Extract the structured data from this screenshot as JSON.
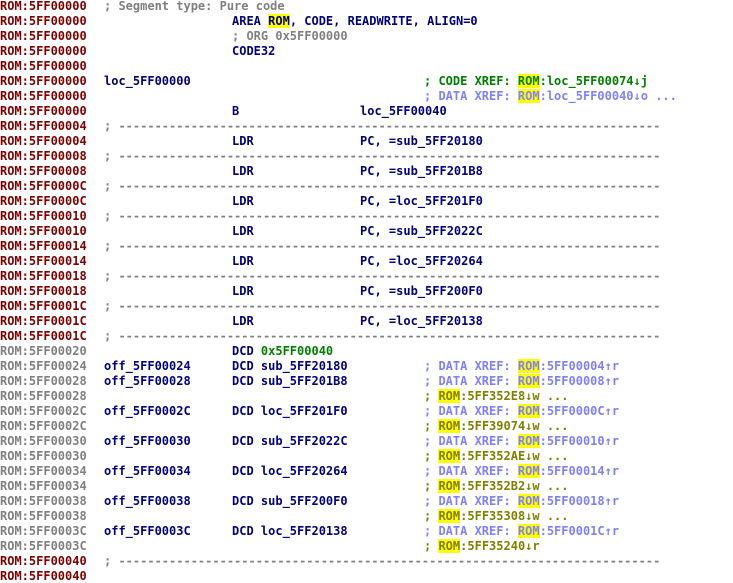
{
  "colors": {
    "background": "#ffffff",
    "address_code": "#800000",
    "address_data": "#808080",
    "mnemonic": "#000080",
    "comment": "#808080",
    "code_xref": "#008000",
    "data_xref": "#8080ff",
    "olive_xref": "#808000",
    "highlight": "#ffff00"
  },
  "rows": [
    {
      "addr": "ROM:5FF00000",
      "seg": "; Segment type: Pure code"
    },
    {
      "addr": "ROM:5FF00000",
      "dir": "AREA ",
      "dir_hl": "ROM",
      "dir_tail": ", CODE, READWRITE, ALIGN=0"
    },
    {
      "addr": "ROM:5FF00000",
      "cmt": "; ORG 0x5FF00000"
    },
    {
      "addr": "ROM:5FF00000",
      "dir": "CODE32"
    },
    {
      "addr": "ROM:5FF00000"
    },
    {
      "addr": "ROM:5FF00000",
      "name": "loc_5FF00000",
      "xk": "code",
      "xp": "; CODE XREF: ",
      "xh": "ROM",
      "xt": ":loc_5FF00074↓j"
    },
    {
      "addr": "ROM:5FF00000",
      "xk": "data",
      "xp": "; DATA XREF: ",
      "xh": "ROM",
      "xt": ":loc_5FF00040↓o ..."
    },
    {
      "addr": "ROM:5FF00000",
      "mn": "B",
      "op": "loc_5FF00040"
    },
    {
      "addr": "ROM:5FF00004",
      "sep": "; ---------------------------------------------------------------------------"
    },
    {
      "addr": "ROM:5FF00004",
      "mn": "LDR",
      "op": "PC, =sub_5FF20180"
    },
    {
      "addr": "ROM:5FF00008",
      "sep": "; ---------------------------------------------------------------------------"
    },
    {
      "addr": "ROM:5FF00008",
      "mn": "LDR",
      "op": "PC, =sub_5FF201B8"
    },
    {
      "addr": "ROM:5FF0000C",
      "sep": "; ---------------------------------------------------------------------------"
    },
    {
      "addr": "ROM:5FF0000C",
      "mn": "LDR",
      "op": "PC, =loc_5FF201F0"
    },
    {
      "addr": "ROM:5FF00010",
      "sep": "; ---------------------------------------------------------------------------"
    },
    {
      "addr": "ROM:5FF00010",
      "mn": "LDR",
      "op": "PC, =sub_5FF2022C"
    },
    {
      "addr": "ROM:5FF00014",
      "sep": "; ---------------------------------------------------------------------------"
    },
    {
      "addr": "ROM:5FF00014",
      "mn": "LDR",
      "op": "PC, =loc_5FF20264"
    },
    {
      "addr": "ROM:5FF00018",
      "sep": "; ---------------------------------------------------------------------------"
    },
    {
      "addr": "ROM:5FF00018",
      "mn": "LDR",
      "op": "PC, =sub_5FF200F0"
    },
    {
      "addr": "ROM:5FF0001C",
      "sep": "; ---------------------------------------------------------------------------"
    },
    {
      "addr": "ROM:5FF0001C",
      "mn": "LDR",
      "op": "PC, =loc_5FF20138"
    },
    {
      "addr": "ROM:5FF0001C",
      "sep": "; ---------------------------------------------------------------------------"
    },
    {
      "addr": "ROM:5FF00020",
      "data": true,
      "mn": "DCD ",
      "lit": "0x5FF00040"
    },
    {
      "addr": "ROM:5FF00024",
      "data": true,
      "name": "off_5FF00024",
      "mn": "DCD sub_5FF20180",
      "xk": "data",
      "xp": "; DATA XREF: ",
      "xh": "ROM",
      "xt": ":5FF00004↑r"
    },
    {
      "addr": "ROM:5FF00028",
      "data": true,
      "name": "off_5FF00028",
      "mn": "DCD sub_5FF201B8",
      "xk": "data",
      "xp": "; DATA XREF: ",
      "xh": "ROM",
      "xt": ":5FF00008↑r"
    },
    {
      "addr": "ROM:5FF00028",
      "data": true,
      "xk": "olive",
      "xp": "; ",
      "xh": "ROM",
      "xt": ":5FF352E8↓w ..."
    },
    {
      "addr": "ROM:5FF0002C",
      "data": true,
      "name": "off_5FF0002C",
      "mn": "DCD loc_5FF201F0",
      "xk": "data",
      "xp": "; DATA XREF: ",
      "xh": "ROM",
      "xt": ":5FF0000C↑r"
    },
    {
      "addr": "ROM:5FF0002C",
      "data": true,
      "xk": "olive",
      "xp": "; ",
      "xh": "ROM",
      "xt": ":5FF39074↓w ..."
    },
    {
      "addr": "ROM:5FF00030",
      "data": true,
      "name": "off_5FF00030",
      "mn": "DCD sub_5FF2022C",
      "xk": "data",
      "xp": "; DATA XREF: ",
      "xh": "ROM",
      "xt": ":5FF00010↑r"
    },
    {
      "addr": "ROM:5FF00030",
      "data": true,
      "xk": "olive",
      "xp": "; ",
      "xh": "ROM",
      "xt": ":5FF352AE↓w ..."
    },
    {
      "addr": "ROM:5FF00034",
      "data": true,
      "name": "off_5FF00034",
      "mn": "DCD loc_5FF20264",
      "xk": "data",
      "xp": "; DATA XREF: ",
      "xh": "ROM",
      "xt": ":5FF00014↑r"
    },
    {
      "addr": "ROM:5FF00034",
      "data": true,
      "xk": "olive",
      "xp": "; ",
      "xh": "ROM",
      "xt": ":5FF352B2↓w ..."
    },
    {
      "addr": "ROM:5FF00038",
      "data": true,
      "name": "off_5FF00038",
      "mn": "DCD sub_5FF200F0",
      "xk": "data",
      "xp": "; DATA XREF: ",
      "xh": "ROM",
      "xt": ":5FF00018↑r"
    },
    {
      "addr": "ROM:5FF00038",
      "data": true,
      "xk": "olive",
      "xp": "; ",
      "xh": "ROM",
      "xt": ":5FF35308↓w ..."
    },
    {
      "addr": "ROM:5FF0003C",
      "data": true,
      "name": "off_5FF0003C",
      "mn": "DCD loc_5FF20138",
      "xk": "data",
      "xp": "; DATA XREF: ",
      "xh": "ROM",
      "xt": ":5FF0001C↑r"
    },
    {
      "addr": "ROM:5FF0003C",
      "data": true,
      "xk": "olive",
      "xp": "; ",
      "xh": "ROM",
      "xt": ":5FF35240↓r"
    },
    {
      "addr": "ROM:5FF00040",
      "sep": "; ---------------------------------------------------------------------------"
    },
    {
      "addr": "ROM:5FF00040"
    }
  ]
}
